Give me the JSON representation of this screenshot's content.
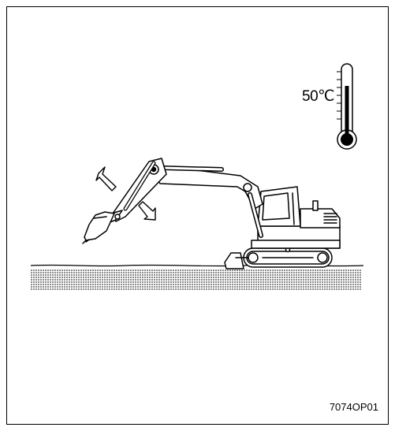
{
  "temperature": {
    "label": "50℃"
  },
  "figure": {
    "code": "7074OP01"
  },
  "icons": {
    "thermometer": "thermometer-icon",
    "excavator": "excavator-illustration",
    "arrow_up": "arrow-up-left-icon",
    "arrow_down": "arrow-down-right-icon"
  },
  "colors": {
    "line": "#000000",
    "background": "#ffffff"
  }
}
